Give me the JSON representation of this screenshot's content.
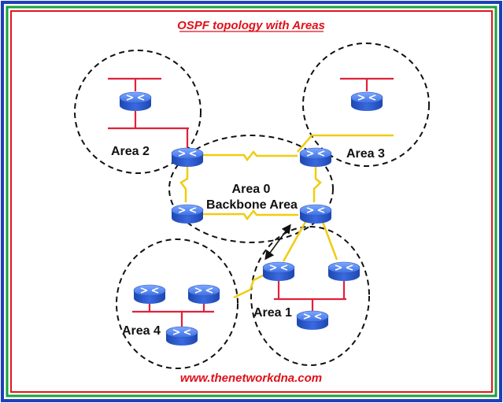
{
  "title": "OSPF topology with Areas",
  "footer": "www.thenetworkdna.com",
  "areas": {
    "area0": "Area 0",
    "area0_sub": "Backbone Area",
    "area1": "Area 1",
    "area2": "Area 2",
    "area3": "Area 3",
    "area4": "Area 4"
  },
  "colors": {
    "frame_blue": "#1f3fb8",
    "frame_green": "#18a040",
    "frame_red": "#e01818",
    "router_body": "#2b5fd6",
    "router_top": "#5f8ff0",
    "serial_link": "#f0cc10",
    "ethernet_segment": "#e0223a"
  },
  "icons": [
    "router-icon",
    "serial-link-icon",
    "ethernet-segment-icon",
    "bidirectional-arrow-icon"
  ]
}
